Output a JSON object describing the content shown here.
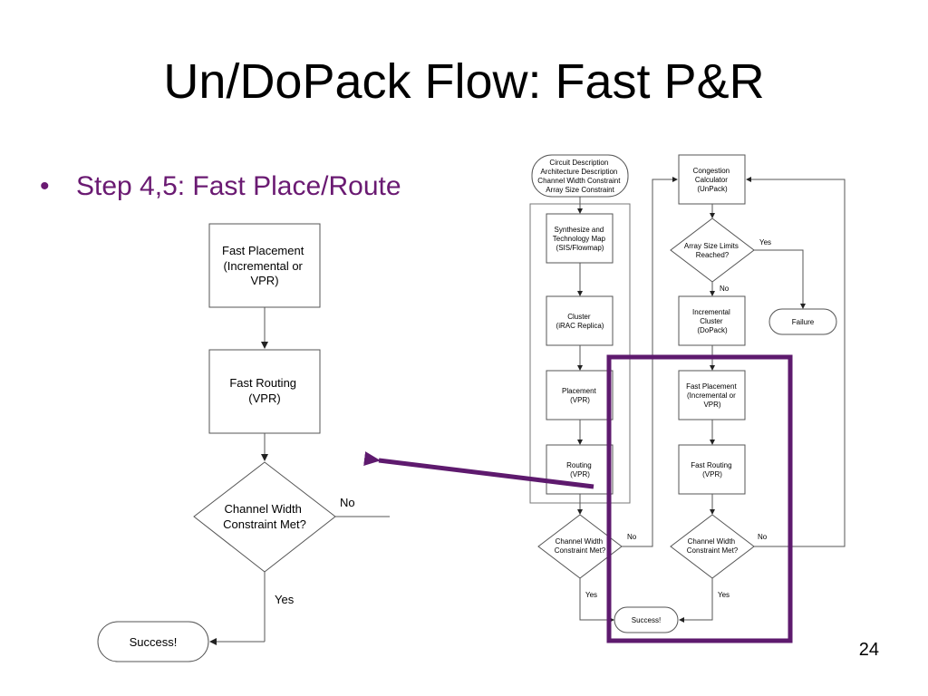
{
  "slide": {
    "title": "Un/DoPack Flow: Fast P&R",
    "bullet": "Step 4,5: Fast Place/Route",
    "page_number": "24"
  },
  "left_flow": {
    "fast_placement": [
      "Fast Placement",
      "(Incremental or",
      "VPR)"
    ],
    "fast_routing": [
      "Fast Routing",
      "(VPR)"
    ],
    "decision": [
      "Channel Width",
      "Constraint Met?"
    ],
    "no_label": "No",
    "yes_label": "Yes",
    "success": "Success!"
  },
  "right_flow": {
    "inputs": [
      "Circuit Description",
      "Architecture Description",
      "Channel Width Constraint",
      "Array Size Constraint"
    ],
    "synthesize": [
      "Synthesize and",
      "Technology Map",
      "(SIS/Flowmap)"
    ],
    "cluster": [
      "Cluster",
      "(iRAC Replica)"
    ],
    "placement": [
      "Placement",
      "(VPR)"
    ],
    "routing": [
      "Routing",
      "(VPR)"
    ],
    "decision1": [
      "Channel Width",
      "Constraint Met?"
    ],
    "decision1_no": "No",
    "decision1_yes": "Yes",
    "success": "Success!",
    "congestion": [
      "Congestion",
      "Calculator",
      "(UnPack)"
    ],
    "array_decision": [
      "Array Size Limits",
      "Reached?"
    ],
    "array_yes": "Yes",
    "array_no": "No",
    "failure": "Failure",
    "incr_cluster": [
      "Incremental",
      "Cluster",
      "(DoPack)"
    ],
    "fast_placement": [
      "Fast Placement",
      "(Incremental or",
      "VPR)"
    ],
    "fast_routing": [
      "Fast Routing",
      "(VPR)"
    ],
    "decision2": [
      "Channel Width",
      "Constraint Met?"
    ],
    "decision2_no": "No",
    "decision2_yes": "Yes"
  },
  "colors": {
    "highlight": "#5e1a6e",
    "bullet_text": "#6a1a72",
    "line": "#555555"
  }
}
